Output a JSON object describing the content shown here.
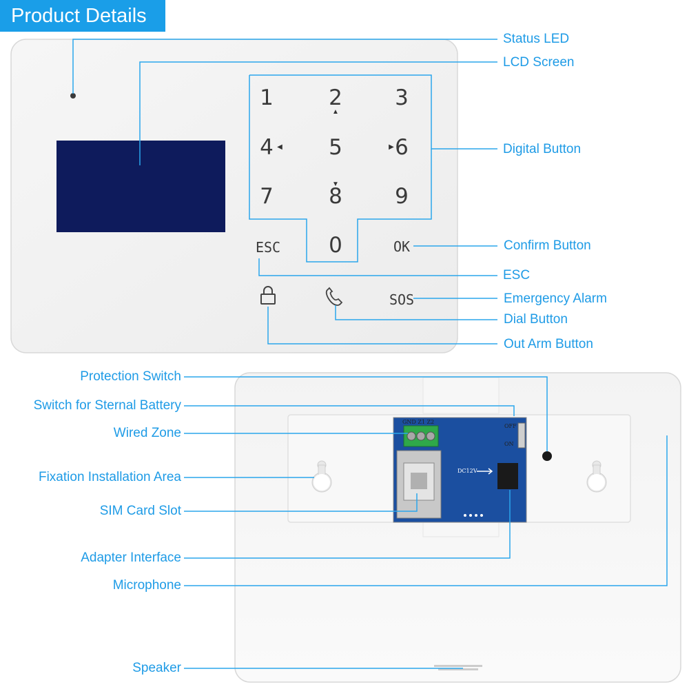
{
  "header": {
    "title": "Product Details"
  },
  "front_labels": {
    "status_led": "Status LED",
    "lcd_screen": "LCD Screen",
    "digital_button": "Digital Button",
    "confirm_button": "Confirm Button",
    "esc": "ESC",
    "emergency_alarm": "Emergency Alarm",
    "dial_button": "Dial Button",
    "out_arm_button": "Out Arm Button"
  },
  "back_labels": {
    "protection_switch": "Protection Switch",
    "switch_battery": "Switch for Sternal Battery",
    "wired_zone": "Wired Zone",
    "fixation_area": "Fixation Installation Area",
    "sim_slot": "SIM Card Slot",
    "adapter_interface": "Adapter Interface",
    "microphone": "Microphone",
    "speaker": "Speaker"
  },
  "keypad": {
    "k1": "1",
    "k2": "2",
    "k3": "3",
    "k4": "4",
    "k5": "5",
    "k6": "6",
    "k7": "7",
    "k8": "8",
    "k9": "9",
    "k0": "0",
    "esc": "ESC",
    "ok": "OK",
    "sos": "SOS"
  },
  "pcb": {
    "terminal": "GND Z1  Z2",
    "off": "OFF",
    "on": "ON",
    "dc": "DC12V"
  },
  "colors": {
    "accent": "#1a9ee8",
    "lcd": "#0e1b5c",
    "pcb": "#1b4fa0",
    "terminal": "#2fa84a"
  }
}
